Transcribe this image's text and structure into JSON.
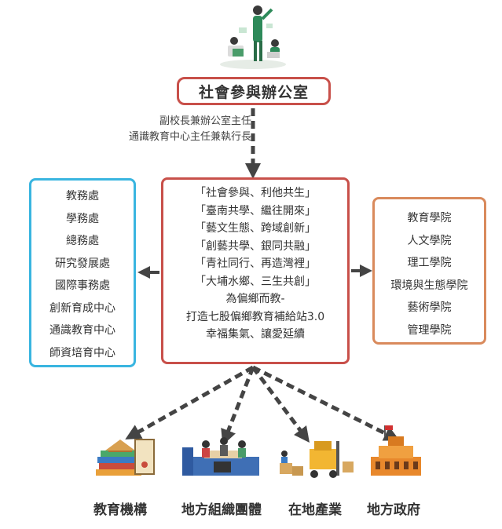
{
  "title": "社會參與辦公室",
  "leaders": [
    "副校長兼辦公室主任",
    "通識教育中心主任兼執行長"
  ],
  "left_units": [
    "教務處",
    "學務處",
    "總務處",
    "研究發展處",
    "國際事務處",
    "創新育成中心",
    "通識教育中心",
    "師資培育中心"
  ],
  "center_text": [
    "「社會參與、利他共生」",
    "「臺南共學、繼往開來」",
    "「藝文生態、跨域創新」",
    "「創藝共學、銀同共融」",
    "「青社同行、再造灣裡」",
    "「大埔水鄉、三生共創」",
    "為偏鄉而教-",
    "打造七股偏鄉教育補給站3.0",
    "幸福集氣、讓愛延續"
  ],
  "right_colleges": [
    "教育學院",
    "人文學院",
    "理工學院",
    "環境與生態學院",
    "藝術學院",
    "管理學院"
  ],
  "bottom": [
    "教育機構",
    "地方組織團體",
    "在地產業",
    "地方政府"
  ],
  "colors": {
    "red_border": "#c8504a",
    "blue_border": "#39b5e0",
    "orange_border": "#d98a5c",
    "arrow": "#444444"
  }
}
